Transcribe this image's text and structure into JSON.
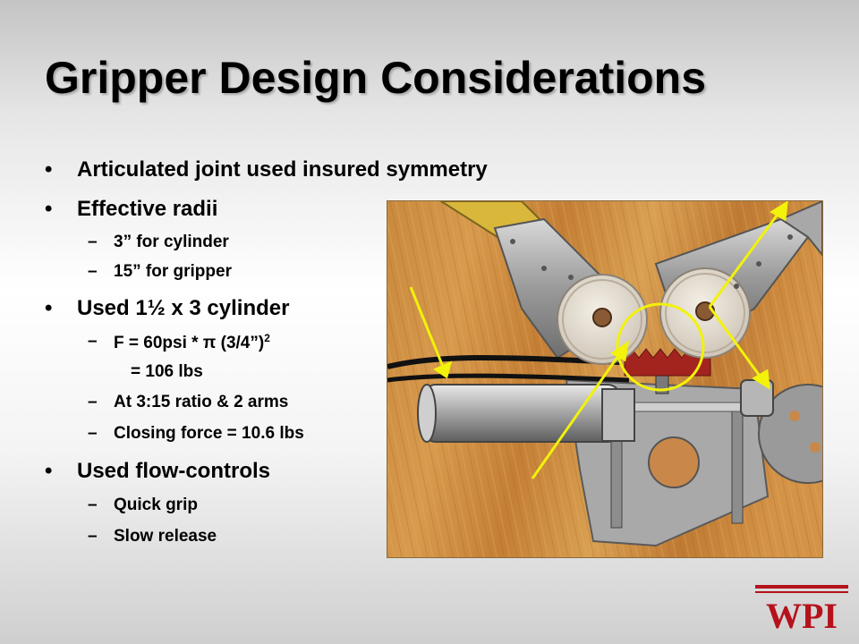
{
  "slide": {
    "title": "Gripper Design Considerations",
    "bullets": [
      {
        "text": "Articulated joint used insured symmetry"
      },
      {
        "text": "Effective radii",
        "sub": [
          "3” for cylinder",
          "15” for gripper"
        ]
      },
      {
        "text": "Used 1½ x 3 cylinder",
        "sub_formula": {
          "main": "F = 60psi * π (3/4”)",
          "exp": "2",
          "cont": "= 106 lbs"
        },
        "sub": [
          "At 3:15 ratio & 2 arms",
          "Closing force = 10.6 lbs"
        ]
      },
      {
        "text": "Used flow-controls",
        "sub": [
          "Quick grip",
          "Slow release"
        ]
      }
    ],
    "dash": "–"
  },
  "photo": {
    "subject": "pneumatic gripper mechanism on wooden table",
    "annotation_color": "#f2f20a"
  },
  "logo": {
    "text": "WPI",
    "color": "#b5121b"
  }
}
